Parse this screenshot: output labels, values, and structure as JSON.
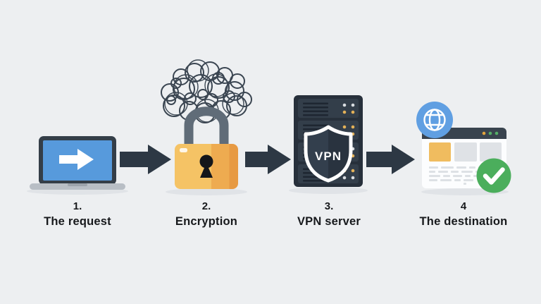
{
  "diagram": {
    "steps": [
      {
        "number": "1.",
        "title": "The request",
        "icon": "laptop-with-arrow-icon"
      },
      {
        "number": "2.",
        "title": "Encryption",
        "icon": "padlock-with-scribble-icon"
      },
      {
        "number": "3.",
        "title": "VPN server",
        "icon": "server-with-vpn-shield-icon"
      },
      {
        "number": "4",
        "title": "The destination",
        "icon": "browser-with-globe-and-check-icon"
      }
    ],
    "shield_label": "VPN",
    "colors": {
      "background": "#edeff1",
      "arrow": "#2d3844",
      "laptop_frame": "#343e48",
      "laptop_screen_blue": "#579adc",
      "padlock_orange": "#f5c365",
      "padlock_shackle_gray": "#606c78",
      "scribble_dark": "#3a4551",
      "server_dark": "#27303b",
      "server_unit": "#333e4a",
      "server_dot_yellow": "#e3b158",
      "shield_fill": "#333f4d",
      "browser_bar_dark": "#39434e",
      "browser_card_orange": "#f0bc5f",
      "browser_card_gray": "#dfe2e6",
      "globe_blue": "#609fe2",
      "check_green": "#4bae5c",
      "label_text": "#17191c"
    }
  }
}
